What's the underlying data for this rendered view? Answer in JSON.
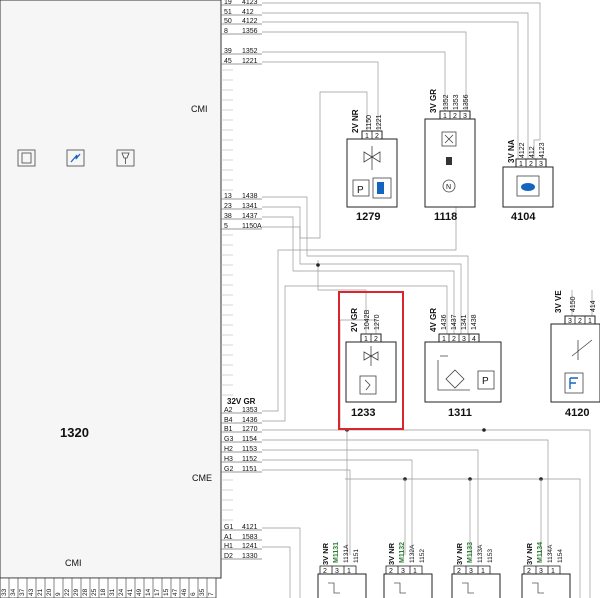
{
  "ecu": {
    "name": "1320",
    "cmi_top": "CMI",
    "cme": "CME",
    "cmi_bottom": "CMI",
    "top_wires": [
      {
        "pin": "19",
        "wire": "4123"
      },
      {
        "pin": "51",
        "wire": "412"
      },
      {
        "pin": "50",
        "wire": "4122"
      },
      {
        "pin": "8",
        "wire": "1356"
      },
      {
        "pin": "39",
        "wire": "1352"
      },
      {
        "pin": "45",
        "wire": "1221"
      }
    ],
    "mid_wires": [
      {
        "pin": "13",
        "wire": "1438"
      },
      {
        "pin": "23",
        "wire": "1341"
      },
      {
        "pin": "38",
        "wire": "1437"
      },
      {
        "pin": "5",
        "wire": "1150A"
      }
    ],
    "cme_connector": "32V GR",
    "cme_wires": [
      {
        "pin": "A2",
        "wire": "1353"
      },
      {
        "pin": "B4",
        "wire": "1436"
      },
      {
        "pin": "B1",
        "wire": "1270"
      },
      {
        "pin": "G3",
        "wire": "1154"
      },
      {
        "pin": "H2",
        "wire": "1153"
      },
      {
        "pin": "H3",
        "wire": "1152"
      },
      {
        "pin": "G2",
        "wire": "1151"
      }
    ],
    "bottom_wires": [
      {
        "pin": "G1",
        "wire": "4121"
      },
      {
        "pin": "A1",
        "wire": "1583"
      },
      {
        "pin": "H1",
        "wire": "1241"
      },
      {
        "pin": "D2",
        "wire": "1330"
      }
    ],
    "bottom_pins": [
      "33",
      "34",
      "37",
      "43",
      "21",
      "20",
      "9",
      "22",
      "29",
      "28",
      "25",
      "18",
      "31",
      "24",
      "41",
      "49",
      "14",
      "17",
      "15",
      "47",
      "46",
      "6",
      "35",
      "7"
    ],
    "icons": [
      "relay-icon",
      "lightning-icon",
      "injector-icon"
    ]
  },
  "components": {
    "c1279": {
      "code": "1279",
      "connector": "2V NR",
      "wires": [
        "1150",
        "1221"
      ],
      "pins": [
        "1",
        "2"
      ]
    },
    "c1118": {
      "code": "1118",
      "connector": "3V GR",
      "wires": [
        "1352",
        "1353",
        "1356"
      ],
      "pins": [
        "1",
        "2",
        "3"
      ]
    },
    "c4104": {
      "code": "4104",
      "connector": "3V NA",
      "wires": [
        "4122",
        "412",
        "4123"
      ],
      "pins": [
        "1",
        "2",
        "3"
      ]
    },
    "c1233": {
      "code": "1233",
      "connector": "2V GR",
      "wires": [
        "1042B",
        "1270"
      ],
      "pins": [
        "1",
        "2"
      ]
    },
    "c1311": {
      "code": "1311",
      "connector": "4V GR",
      "wires": [
        "1436",
        "1437",
        "1341",
        "1438"
      ],
      "pins": [
        "1",
        "2",
        "3",
        "4"
      ]
    },
    "c4120": {
      "code": "4120",
      "connector": "3V VE",
      "wires": [
        "4150",
        "414"
      ],
      "pins": [
        "3",
        "2",
        "1"
      ]
    }
  },
  "injectors": [
    {
      "connector": "3V NR",
      "code": "M1131",
      "wires": [
        "1131A",
        "1151"
      ],
      "pins": [
        "2",
        "3",
        "1"
      ]
    },
    {
      "connector": "3V NR",
      "code": "M1132",
      "wires": [
        "1132A",
        "1152"
      ],
      "pins": [
        "2",
        "3",
        "1"
      ]
    },
    {
      "connector": "3V NR",
      "code": "M1133",
      "wires": [
        "1133A",
        "1153"
      ],
      "pins": [
        "2",
        "3",
        "1"
      ]
    },
    {
      "connector": "3V NR",
      "code": "M1134",
      "wires": [
        "1134A",
        "1154"
      ],
      "pins": [
        "2",
        "3",
        "1"
      ]
    }
  ],
  "colors": {
    "highlight": "#d9262c",
    "injector_code": "#2e7d32",
    "fuel_icon": "#1565c0"
  }
}
